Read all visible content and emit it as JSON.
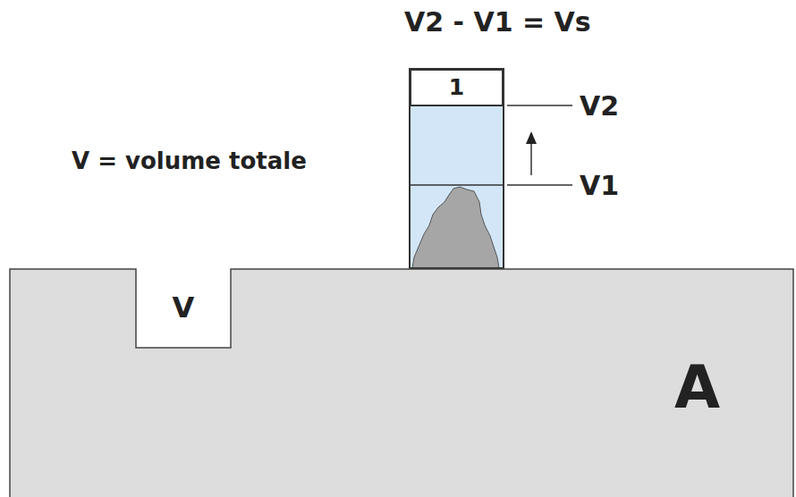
{
  "diagram": {
    "nodes": [
      {
        "text": [
          "A"
        ]
      },
      {
        "text": [
          "V"
        ],
        "in": 0
      },
      {
        "text": [
          "1"
        ]
      }
    ],
    "labels": [
      "V2 - V1 = Vs",
      "V = volume totale",
      "V2",
      "V1"
    ]
  }
}
